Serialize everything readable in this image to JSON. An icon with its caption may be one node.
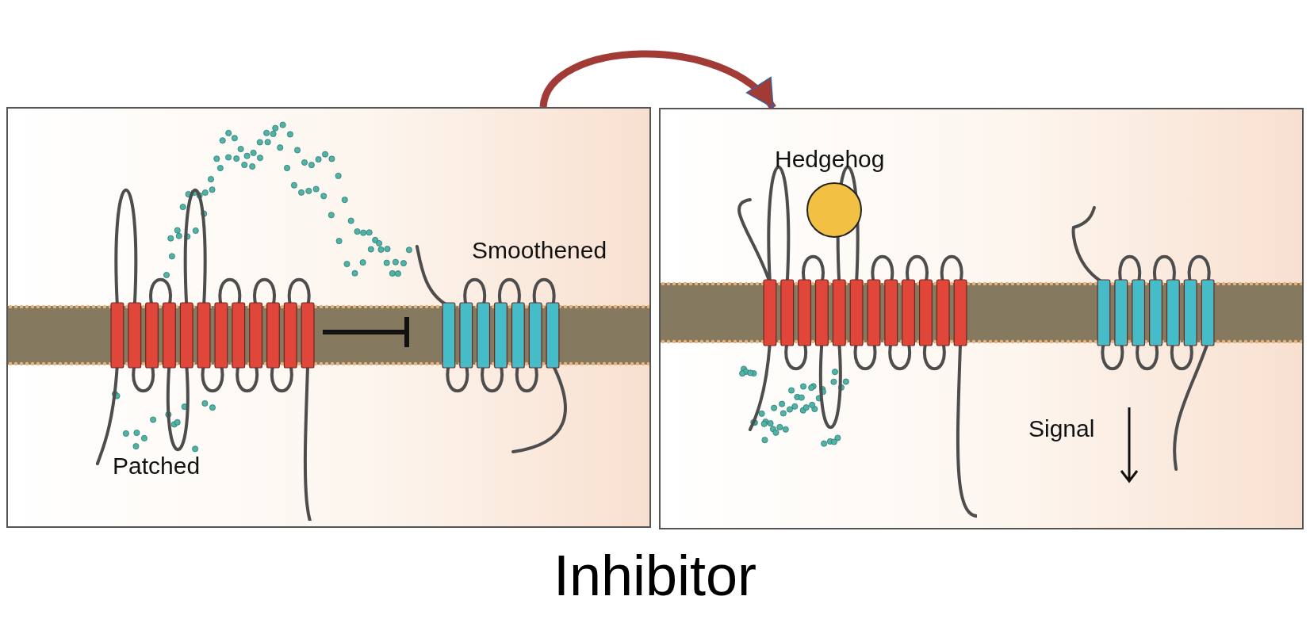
{
  "diagram": {
    "caption": "Inhibitor",
    "nodes": [
      {
        "text": [],
        "shape": "box"
      },
      {
        "text": [
          "Patched"
        ],
        "in": 0
      },
      {
        "text": [
          "Smoothened"
        ],
        "in": 0
      },
      {
        "text": [],
        "shape": "box"
      },
      {
        "text": [],
        "shape": "picture",
        "in": 3
      },
      {
        "text": [],
        "shape": "circle",
        "beside": [
          "Hedgehog"
        ],
        "in": 4
      },
      {
        "text": [],
        "shape": "picture",
        "in": 3
      }
    ],
    "edges": [
      {
        "from": 0,
        "to": 3,
        "arrow": "to",
        "color": "#a23b36"
      },
      {
        "from": 1,
        "to": 2,
        "arrow": "other",
        "color": "#111111"
      }
    ],
    "labels": [
      "Signal"
    ]
  }
}
